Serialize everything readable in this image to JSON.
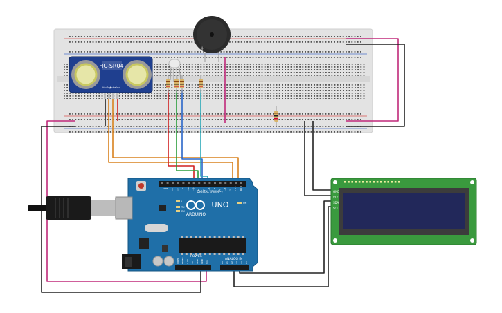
{
  "sensor": {
    "label": "HC-SR04",
    "pins": [
      "Vcc",
      "Trig",
      "Echo",
      "Gnd"
    ]
  },
  "buzzer": {
    "plus": "+",
    "minus": "−"
  },
  "arduino": {
    "brand": "ARDUINO",
    "model": "UNO",
    "digital_header": "DIGITAL (PWM~)",
    "power_header": "POWER",
    "analog_header": "ANALOG IN",
    "aref": "AREF",
    "gnd": "GND",
    "tx": "TX",
    "rx": "RX",
    "led_l": "L",
    "on": "ON",
    "digital_pins": [
      "13",
      "12",
      "~11",
      "~10",
      "~9",
      "8",
      "7",
      "~6",
      "~5",
      "4",
      "~3",
      "2",
      "TX 1",
      "RX 0"
    ],
    "power_pins": [
      "IOREF",
      "RESET",
      "3.3V",
      "5V",
      "GND",
      "GND",
      "Vin"
    ],
    "analog_pins": [
      "A0",
      "A1",
      "A2",
      "A3",
      "A4",
      "A5"
    ]
  },
  "lcd": {
    "pins": [
      "GND",
      "VCC",
      "SDA",
      "SCL"
    ]
  },
  "colors": {
    "breadboard": "#e2e2e2",
    "arduino": "#1f6fa8",
    "lcd_board": "#3a9a3e",
    "lcd_screen": "#22285a",
    "sensor": "#1f3f8f",
    "wire_magenta": "#c0297a",
    "wire_black": "#222222",
    "wire_orange": "#d9821e",
    "wire_red": "#d02020",
    "wire_green": "#2a9d3a",
    "wire_cyan": "#2aa8b8",
    "wire_blue": "#2a66c8"
  }
}
